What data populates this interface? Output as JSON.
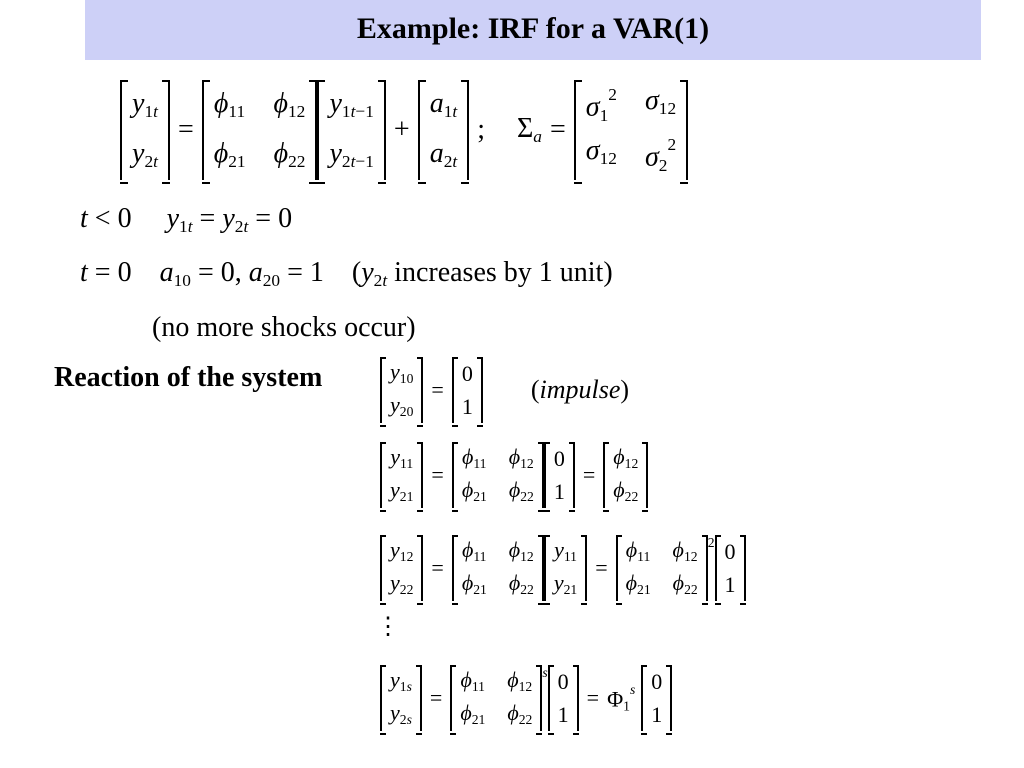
{
  "title": "Example: IRF for a VAR(1)",
  "line1": {
    "t": "t < 0",
    "eq": "= 0"
  },
  "line2": {
    "t": "t = 0",
    "paren_text": "increases by 1 unit)"
  },
  "line3": "(no more shocks occur)",
  "reaction_label": "Reaction of the system",
  "impulse_label": "impulse",
  "vdots": "⋮",
  "colors": {
    "title_bg": "#cdd0f7"
  }
}
